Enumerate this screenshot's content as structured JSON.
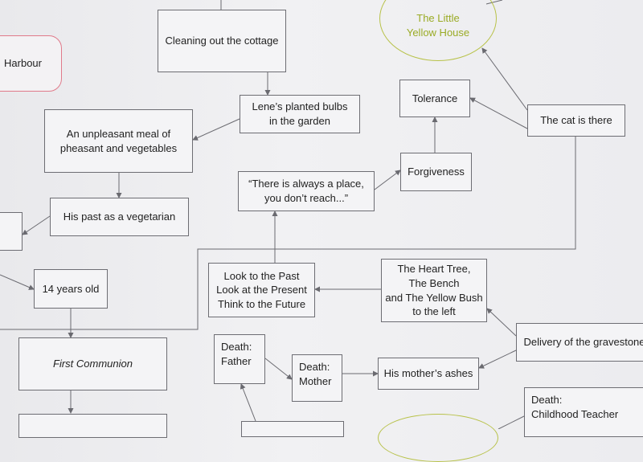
{
  "colors": {
    "box_border": "#6d6d73",
    "pink_border": "#e07a8a",
    "ellipse_border": "#b8c24a",
    "ellipse_text": "#9aab25",
    "line": "#6a6a70"
  },
  "nodes": {
    "harbour": "Harbour",
    "little_yellow_house": "The Little\nYellow House",
    "cleaning_cottage": "Cleaning out the cottage",
    "lene_bulbs": "Lene’s planted bulbs\nin the garden",
    "unpleasant_meal": "An unpleasant meal of\npheasant and vegetables",
    "tolerance": "Tolerance",
    "cat_there": "The cat is there",
    "forgiveness": "Forgiveness",
    "always_place": "“There is always a place,\nyou don’t reach...”",
    "past_vegetarian": "His past as a vegetarian",
    "look_past": "Look to the Past\nLook at the Present\nThink to the Future",
    "heart_tree": "The Heart Tree,\nThe Bench\nand The Yellow Bush\nto the left",
    "fourteen_years": "14 years old",
    "first_communion": "First Communion",
    "delivery_gravestone": "Delivery of the gravestone",
    "death_father": "Death:\nFather",
    "death_mother": "Death:\nMother",
    "mothers_ashes": "His mother’s ashes",
    "death_teacher": "Death:\nChildhood Teacher"
  }
}
